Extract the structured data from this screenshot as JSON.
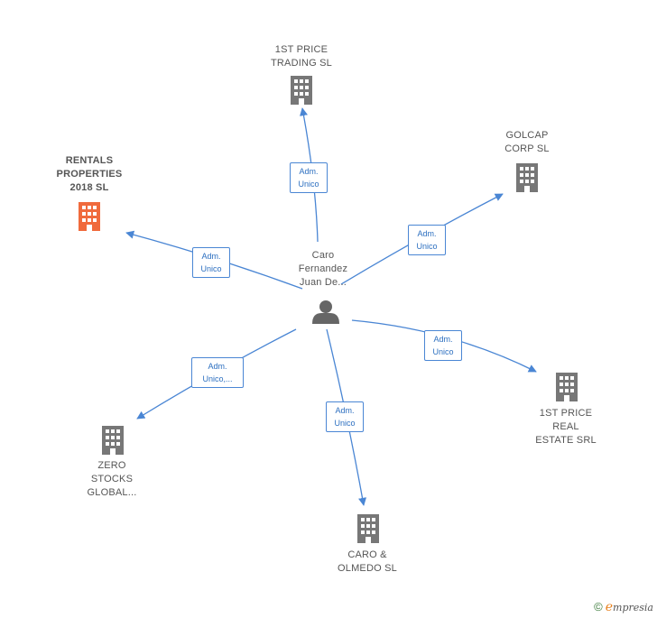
{
  "colors": {
    "edge": "#4a86d4",
    "company_icon": "#777777",
    "highlight_icon": "#f06a3c",
    "person_icon": "#666666"
  },
  "center": {
    "name": "Caro\nFernandez\nJuan De...",
    "icon": "person-icon"
  },
  "nodes": [
    {
      "id": "n1",
      "name": "1ST PRICE\nTRADING SL",
      "icon": "building-icon",
      "edge_label": "Adm.\nUnico"
    },
    {
      "id": "n2",
      "name": "GOLCAP\nCORP  SL",
      "icon": "building-icon",
      "edge_label": "Adm.\nUnico"
    },
    {
      "id": "n3",
      "name": "RENTALS\nPROPERTIES\n2018  SL",
      "icon": "building-icon",
      "highlight": true,
      "edge_label": "Adm.\nUnico"
    },
    {
      "id": "n4",
      "name": "1ST PRICE\nREAL\nESTATE SRL",
      "icon": "building-icon",
      "edge_label": "Adm.\nUnico"
    },
    {
      "id": "n5",
      "name": "ZERO\nSTOCKS\nGLOBAL...",
      "icon": "building-icon",
      "edge_label": "Adm.\nUnico,..."
    },
    {
      "id": "n6",
      "name": "CARO &\nOLMEDO SL",
      "icon": "building-icon",
      "edge_label": "Adm.\nUnico"
    }
  ],
  "footer": {
    "copyright": "©",
    "brand_initial": "e",
    "brand_rest": "mpresia"
  }
}
